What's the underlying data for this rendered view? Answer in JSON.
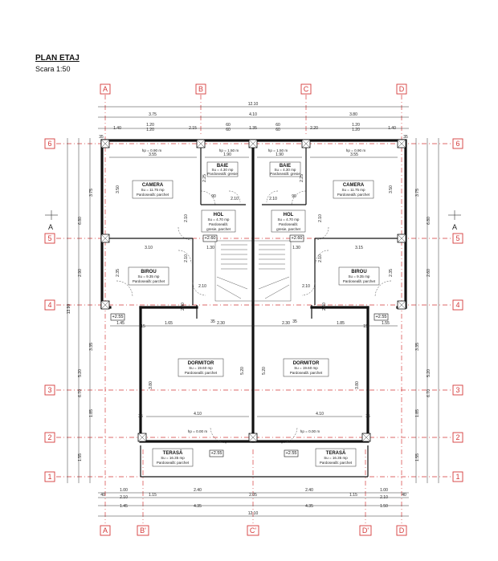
{
  "header": {
    "title": "PLAN ETAJ",
    "scale": "Scara 1:50"
  },
  "axes": {
    "top": [
      "A",
      "B",
      "C",
      "D"
    ],
    "bottom": [
      "A",
      "B'",
      "C'",
      "D'",
      "D"
    ],
    "rows": [
      "6",
      "5",
      "4",
      "3",
      "2",
      "1"
    ]
  },
  "section_label": "A",
  "top_dims": {
    "overall": "12.10",
    "row2": [
      "3.75",
      "4.10",
      "3.80"
    ],
    "row3": [
      "1.40",
      "1.20",
      "2.15",
      "60",
      "1.35",
      "60",
      "2.20",
      "1.20",
      "1.40"
    ],
    "row3_sub": [
      "1.20",
      "60",
      "60",
      "1.20"
    ]
  },
  "bottom_dims": {
    "row1": [
      "1.00",
      "2.40",
      "2.40",
      "1.00"
    ],
    "row2": [
      "40",
      "2.10",
      "1.15",
      "2.05",
      "1.15",
      "2.10",
      "40"
    ],
    "row3": [
      "1.45",
      "4.35",
      "4.35",
      "1.50"
    ],
    "overall": "12.10"
  },
  "left_dims": [
    "3.75",
    "6.80",
    "2.90",
    "13.90",
    "3.35",
    "5.20",
    "1.85",
    "6.70",
    "1.55"
  ],
  "right_dims": [
    "3.75",
    "6.80",
    "2.60",
    "3.35",
    "5.20",
    "1.85",
    "6.70",
    "1.55"
  ],
  "rooms": [
    {
      "name": "CAMERA",
      "area": "Su = 11.75 mp",
      "finish": "Pardoseală: parchet"
    },
    {
      "name": "CAMERA",
      "area": "Su = 11.75 mp",
      "finish": "Pardoseală: parchet"
    },
    {
      "name": "BAIE",
      "area": "Su = 4.30 mp",
      "finish": "Pardoseală: gresie"
    },
    {
      "name": "BAIE",
      "area": "Su = 4.30 mp",
      "finish": "Pardoseală: gresie"
    },
    {
      "name": "HOL",
      "area": "Su = 4.70 mp",
      "finish": "Pardoseală:",
      "finish2": "gresie, parchet"
    },
    {
      "name": "HOL",
      "area": "Su = 4.70 mp",
      "finish": "Pardoseală:",
      "finish2": "gresie, parchet"
    },
    {
      "name": "BIROU",
      "area": "Su = 9.35 mp",
      "finish": "Pardoseală: parchet"
    },
    {
      "name": "BIROU",
      "area": "Su = 9.35 mp",
      "finish": "Pardoseală: parchet"
    },
    {
      "name": "DORMITOR",
      "area": "Su = 19.60 mp",
      "finish": "Pardoseală: parchet"
    },
    {
      "name": "DORMITOR",
      "area": "Su = 19.60 mp",
      "finish": "Pardoseală: parchet"
    },
    {
      "name": "TERASĂ",
      "area": "Su = 16.35 mp",
      "finish": "Pardoseală: parchet"
    },
    {
      "name": "TERASĂ",
      "area": "Su = 16.35 mp",
      "finish": "Pardoseală: parchet"
    }
  ],
  "levels": [
    "+2.60",
    "+2.60",
    "+2.55",
    "+2.55",
    "+2.55",
    "+2.55"
  ],
  "window_labels": [
    "hp = 0.90 m",
    "hp = 1.50 m",
    "hp = 1.50 m",
    "hp = 0.90 m",
    "hp = 0.00 m",
    "hp = 0.00 m"
  ],
  "interior_dims": {
    "camera_w": [
      "3.55",
      "3.55"
    ],
    "camera_h": [
      "3.50",
      "3.50"
    ],
    "baie_w": [
      "1.90",
      "1.90"
    ],
    "baie_h": [
      "2.25",
      "2.25"
    ],
    "hol_w": [
      "1.30",
      "1.30"
    ],
    "birou_w": [
      "3.10",
      "3.15"
    ],
    "birou_h": [
      "2.35",
      "2.35"
    ],
    "dorm_row": [
      "1.65",
      "2.30",
      "2.30",
      "1.85"
    ],
    "dorm_w": [
      "4.10",
      "4.10"
    ],
    "dorm_h": [
      "5.20",
      "5.20"
    ],
    "misc": [
      "90",
      "90",
      "2.10",
      "2.10",
      "2.10",
      "2.10",
      "2.10",
      "2.10",
      "2.40",
      "2.40",
      "3.80",
      "3.80",
      "15",
      "15",
      "35",
      "35",
      "35",
      "35",
      "35",
      "35",
      "1.45",
      "1.55"
    ]
  }
}
